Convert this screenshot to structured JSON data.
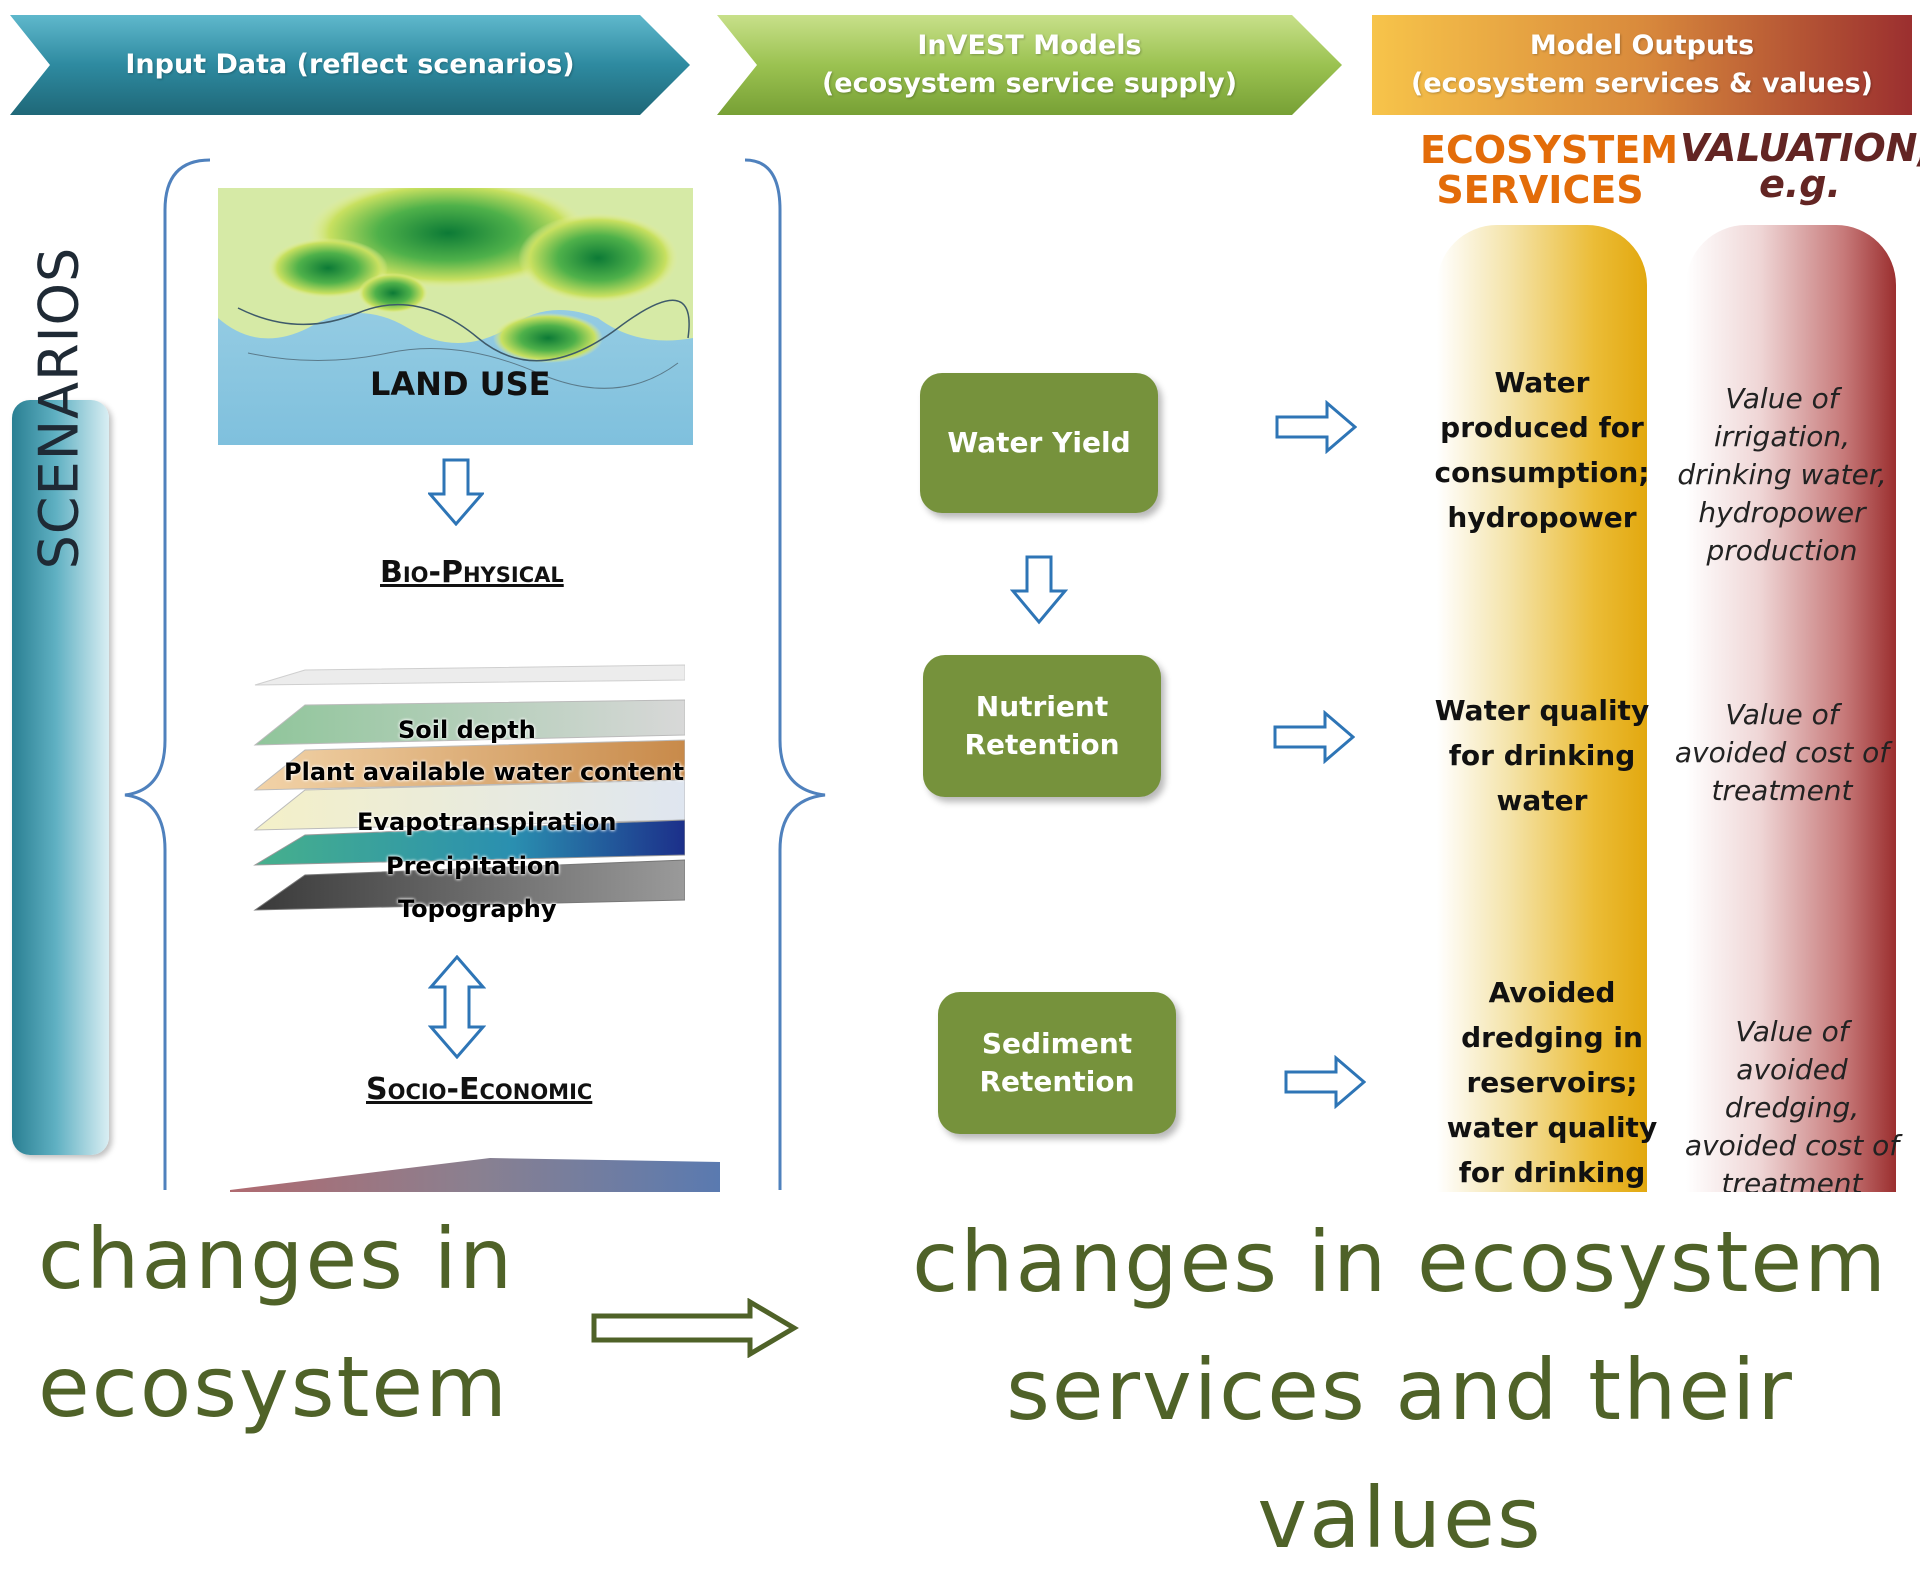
{
  "header": {
    "input_data": "Input Data (reflect scenarios)",
    "invest_line1": "InVEST Models",
    "invest_line2": "(ecosystem service supply)",
    "outputs_line1": "Model Outputs",
    "outputs_line2": "(ecosystem services  & values)",
    "colors": {
      "input": "#2e8aa0",
      "invest": "#9bc251",
      "outputs": "#e5a53a",
      "outputs_end": "#9b2f2f"
    }
  },
  "scenarios": {
    "label": "SCENARIOS"
  },
  "inputs": {
    "land_use": "LAND USE",
    "bio_physical": "Bio-Physical",
    "layers": [
      "Soil depth",
      "Plant available water content",
      "Evapotranspiration",
      "Precipitation",
      "Topography"
    ],
    "socio_economic": "Socio-Economic"
  },
  "models": {
    "water_yield": "Water Yield",
    "nutrient_line1": "Nutrient",
    "nutrient_line2": "Retention",
    "sediment_line1": "Sediment",
    "sediment_line2": "Retention",
    "box_color": "#76923c"
  },
  "outputs": {
    "es_heading_line1": "ECOSYSTEM",
    "es_heading_line2": "SERVICES",
    "val_heading_line1": "VALUATION,",
    "val_heading_line2": "e.g.",
    "es_heading_color": "#e36c09",
    "val_heading_color": "#632523",
    "water_yield_es": [
      "Water",
      "produced for",
      "consumption;",
      "hydropower"
    ],
    "water_yield_val": [
      "Value of",
      "irrigation,",
      "drinking water,",
      "hydropower",
      "production"
    ],
    "nutrient_es": [
      "Water quality",
      "for drinking",
      "water"
    ],
    "nutrient_val": [
      "Value of",
      "avoided cost of",
      "treatment"
    ],
    "sediment_es": [
      "Avoided",
      "dredging in",
      "reservoirs;",
      "water quality",
      "for drinking"
    ],
    "sediment_val": [
      "Value of",
      "avoided",
      "dredging,",
      "avoided cost of",
      "treatment"
    ]
  },
  "bottom": {
    "left_line1": "changes in",
    "left_line2": "ecosystem",
    "right_line1": "changes in ecosystem",
    "right_line2": "services and their values",
    "text_color": "#4f6228"
  }
}
